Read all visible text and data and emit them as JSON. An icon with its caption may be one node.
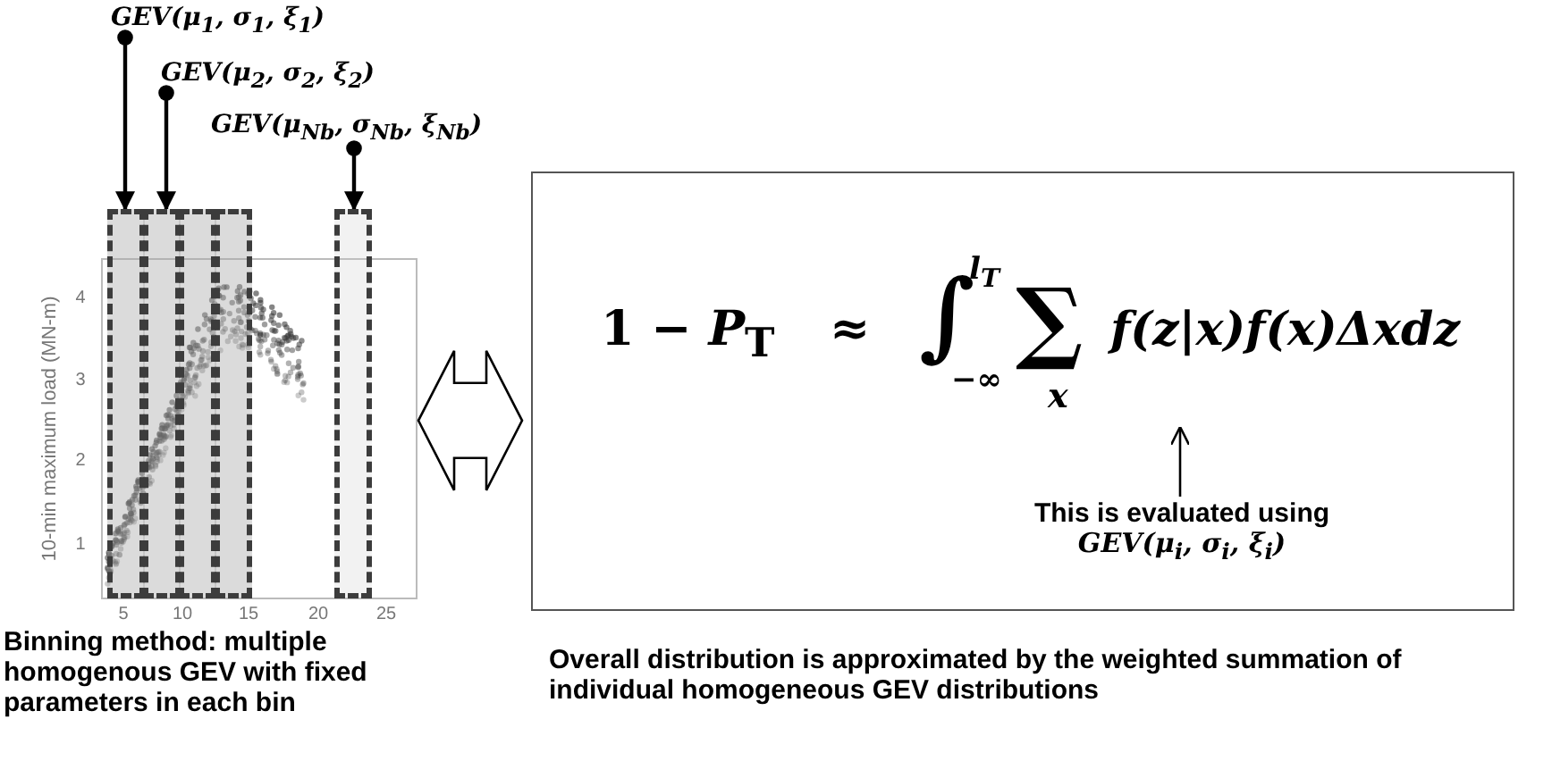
{
  "diagram": {
    "nodes": [
      {
        "text": [
          "GEV(μ$_{1}$, σ$_{1}$, ξ$_{1}$)"
        ]
      },
      {
        "text": [
          "GEV(μ$_{2}$, σ$_{2}$, ξ$_{2}$)"
        ]
      },
      {
        "text": [
          "GEV(μ$_{Nb}$, σ$_{Nb}$, ξ$_{Nb}$)"
        ]
      },
      {
        "text": [],
        "shape": "picture"
      },
      {
        "text": [],
        "shape": "box"
      },
      {
        "text": [],
        "shape": "box"
      },
      {
        "text": [],
        "shape": "box"
      },
      {
        "text": [],
        "shape": "box"
      },
      {
        "text": [],
        "shape": "box"
      },
      {
        "text": [],
        "shape": "box"
      },
      {
        "text": [
          "1 − *P*$_{T}$",
          "≈",
          "∫",
          "*l*$_{T}$",
          "−∞",
          "∑",
          "x",
          "f(z|**x**)f(**x**)Δ**xd**z"
        ],
        "in": 9
      },
      {
        "text": [
          "This is evaluated using",
          "GEV(μ$_{i}$, σ$_{i}$, ξ$_{i}$)"
        ],
        "in": 9
      }
    ],
    "edges": [
      {
        "from": 0,
        "to": 4,
        "arrow": "to"
      },
      {
        "from": 1,
        "to": 5,
        "arrow": "to"
      },
      {
        "from": 2,
        "to": 8,
        "arrow": "to"
      },
      {
        "from": 3,
        "to": 9,
        "arrow": "both"
      },
      {
        "from": 11,
        "to": 10,
        "arrow": "to"
      }
    ],
    "labels": [
      "10-min maximum load (MN-m)",
      "4",
      "3",
      "2",
      "1",
      "5",
      "10",
      "15",
      "20",
      "25",
      "Binning method: multiple homogenous GEV with fixed parameters in each bin",
      "Overall distribution is approximated by the weighted summation of individual homogeneous GEV distributions"
    ]
  }
}
